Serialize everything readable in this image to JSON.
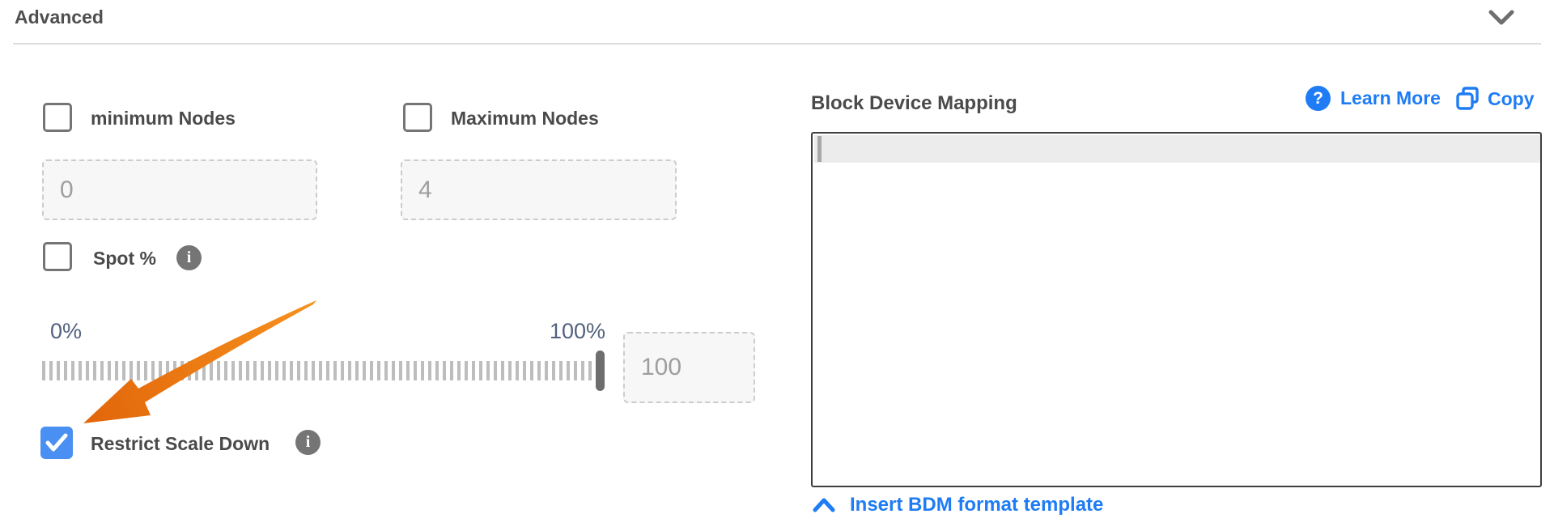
{
  "header": {
    "title": "Advanced",
    "collapse_icon": "chevron-down-icon"
  },
  "form": {
    "min_nodes": {
      "label": "minimum Nodes",
      "checked": false,
      "placeholder": "0"
    },
    "max_nodes": {
      "label": "Maximum Nodes",
      "checked": false,
      "placeholder": "4"
    },
    "spot": {
      "label": "Spot %",
      "checked": false,
      "info_glyph": "i"
    },
    "slider": {
      "min_label": "0%",
      "max_label": "100%",
      "value_placeholder": "100",
      "position_percent": 100
    },
    "restrict_scale_down": {
      "label": "Restrict Scale Down",
      "checked": true,
      "info_glyph": "i"
    }
  },
  "bdm": {
    "title": "Block Device Mapping",
    "learn_more_label": "Learn More",
    "help_glyph": "?",
    "copy_label": "Copy",
    "editor_content": "",
    "insert_template_label": "Insert BDM format template"
  },
  "annotations": {
    "arrow": "orange arrow pointing to checked Restrict Scale Down checkbox"
  },
  "colors": {
    "link_blue": "#1f7cf4",
    "checkbox_checked_blue": "#4a90f2",
    "arrow_orange_start": "#f6921e",
    "arrow_orange_end": "#e2660a",
    "label_gray": "#4a4a4a",
    "slider_label_slate": "#52627e",
    "tick_gray": "#bdbdbd",
    "handle_gray": "#6e6e6e",
    "info_gray": "#757575",
    "input_bg": "#f7f7f7",
    "editor_border": "#3f3f3f",
    "active_line_bg": "#ececec"
  }
}
